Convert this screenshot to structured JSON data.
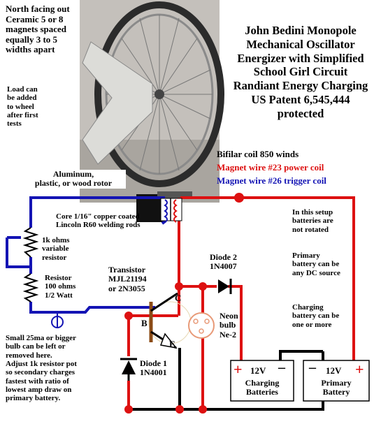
{
  "colors": {
    "power": "#dd1111",
    "trigger": "#1414b4",
    "ground": "#000000",
    "battery_plus": "#dd1111"
  },
  "labels": {
    "title": "John Bedini Monopole\nMechanical Oscillator\nEnergizer with Simplified\nSchool Girl Circuit\nRandiant Energy Charging\nUS Patent 6,545,444\nprotected",
    "magnets_note": "North facing out\nCeramic 5 or 8\nmagnets spaced\nequally 3 to 5\nwidths apart",
    "load_note": "Load can\nbe added\nto wheel\nafter first\ntests",
    "rotor_note": "Aluminum,\nplastic, or wood rotor",
    "coil_title": "Bifilar coil 850 winds",
    "coil_power": "Magnet wire #23 power coil",
    "coil_trigger": "Magnet wire #26 trigger coil",
    "core_note": "Core 1/16\" copper coated\nLincoln R60 welding rods",
    "pot_note": "1k ohms\nvariable\nresistor",
    "resistor_note": "Resistor\n100 ohms\n1/2 Watt",
    "bulb_note": "Small 25ma or bigger\nbulb can be left or\nremoved here.\nAdjust 1k resistor pot\nso secondary charges\nfastest with ratio of\nlowest amp draw on\nprimary battery.",
    "transistor_note": "Transistor\nMJL21194\nor 2N3055",
    "pin_c": "C",
    "pin_b": "B",
    "pin_e": "E",
    "diode2_note": "Diode 2\n1N4007",
    "neon_note": "Neon\nbulb\nNe-2",
    "diode1_note": "Diode 1\n1N4001",
    "setup_note": "In this setup\nbatteries are\nnot rotated",
    "primary_note": "Primary\nbattery can be\nany DC source",
    "charging_note": "Charging\nbattery can be\none or more",
    "charging_batt_voltage": "12V",
    "charging_batt_label": "Charging\nBatteries",
    "primary_batt_voltage": "12V",
    "primary_batt_label": "Primary\nBattery",
    "plus": "+",
    "minus": "–"
  }
}
